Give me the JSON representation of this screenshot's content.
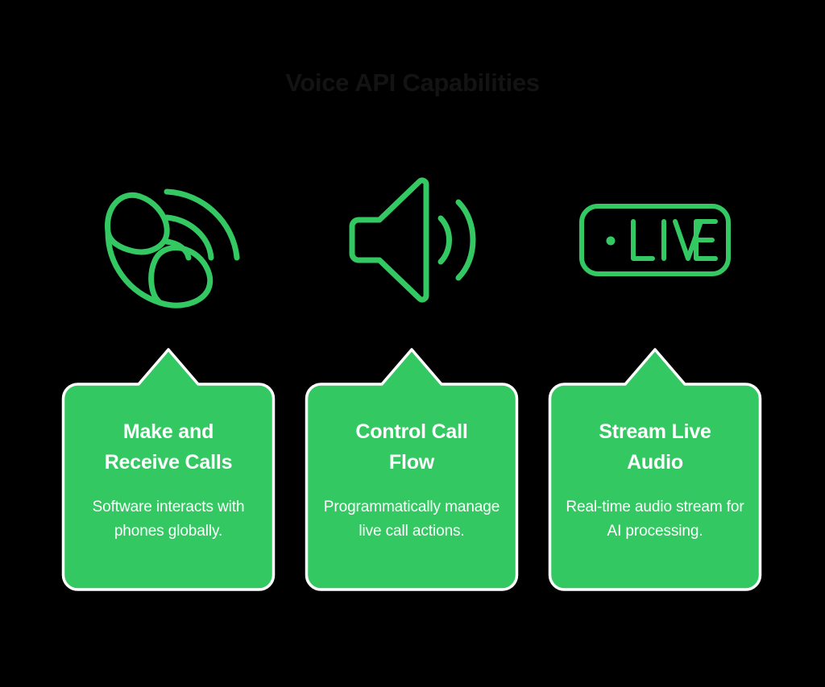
{
  "page": {
    "title": "Voice API Capabilities",
    "background_color": "#000000",
    "title_color": "#131313",
    "accent_green": "#33c862",
    "card_border_color": "#ffffff",
    "card_text_color": "#ffffff"
  },
  "cards": [
    {
      "icon": "phone-call-waves-icon",
      "title": "Make and Receive Calls",
      "title_line_1": "Make and",
      "title_line_2": "Receive Calls",
      "body": "Software interacts with phones globally."
    },
    {
      "icon": "speaker-volume-waves-icon",
      "title": "Control Call Flow",
      "title_line_1": "Control Call",
      "title_line_2": "Flow",
      "body": "Programmatically manage live call actions."
    },
    {
      "icon": "live-badge-icon",
      "title": "Stream Live Audio",
      "title_line_1": "Stream Live",
      "title_line_2": "Audio",
      "body": "Real-time audio stream for AI processing."
    }
  ],
  "live_badge": {
    "label": "LIVE"
  }
}
